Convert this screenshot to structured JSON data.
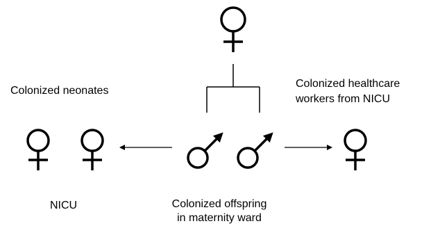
{
  "diagram": {
    "labels": {
      "neonates": "Colonized neonates",
      "healthcare_line1": "Colonized healthcare",
      "healthcare_line2": "workers from NICU",
      "nicu": "NICU",
      "offspring_line1": "Colonized offspring",
      "offspring_line2": "in maternity ward"
    },
    "nodes": [
      {
        "id": "mother",
        "symbol": "female-symbol-icon",
        "group": "source"
      },
      {
        "id": "offspring-1",
        "symbol": "male-symbol-icon",
        "group": "offspring"
      },
      {
        "id": "offspring-2",
        "symbol": "male-symbol-icon",
        "group": "offspring"
      },
      {
        "id": "neonate-1",
        "symbol": "female-symbol-icon",
        "group": "neonates"
      },
      {
        "id": "neonate-2",
        "symbol": "female-symbol-icon",
        "group": "neonates"
      },
      {
        "id": "healthcare-worker",
        "symbol": "female-symbol-icon",
        "group": "healthcare"
      }
    ],
    "edges": [
      {
        "from": "mother",
        "to": "offspring",
        "style": "branch-connector"
      },
      {
        "from": "offspring",
        "to": "neonates",
        "style": "arrow"
      },
      {
        "from": "offspring",
        "to": "healthcare",
        "style": "arrow"
      }
    ],
    "colors": {
      "stroke": "#000000",
      "background": "#ffffff"
    }
  }
}
